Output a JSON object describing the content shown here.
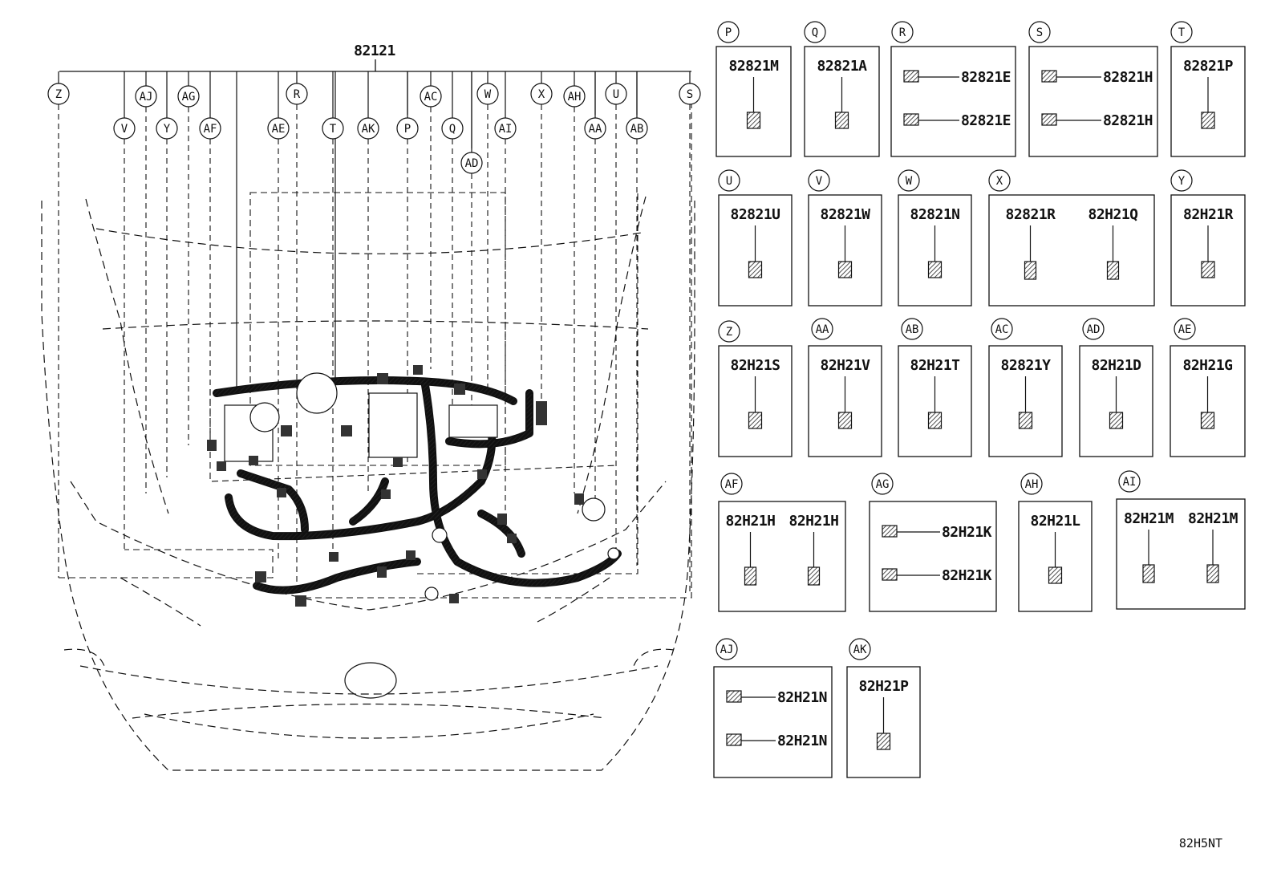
{
  "main_part_number": "82121",
  "diagram_code": "82H5NT",
  "callouts": [
    {
      "id": "Z",
      "label": "Z"
    },
    {
      "id": "V",
      "label": "V"
    },
    {
      "id": "AJ",
      "label": "AJ"
    },
    {
      "id": "Y",
      "label": "Y"
    },
    {
      "id": "AG",
      "label": "AG"
    },
    {
      "id": "AF",
      "label": "AF"
    },
    {
      "id": "AE",
      "label": "AE"
    },
    {
      "id": "R",
      "label": "R"
    },
    {
      "id": "T",
      "label": "T"
    },
    {
      "id": "AK",
      "label": "AK"
    },
    {
      "id": "P",
      "label": "P"
    },
    {
      "id": "AC",
      "label": "AC"
    },
    {
      "id": "Q",
      "label": "Q"
    },
    {
      "id": "AD",
      "label": "AD"
    },
    {
      "id": "W",
      "label": "W"
    },
    {
      "id": "AI",
      "label": "AI"
    },
    {
      "id": "X",
      "label": "X"
    },
    {
      "id": "AH",
      "label": "AH"
    },
    {
      "id": "AA",
      "label": "AA"
    },
    {
      "id": "U",
      "label": "U"
    },
    {
      "id": "AB",
      "label": "AB"
    },
    {
      "id": "S",
      "label": "S"
    }
  ],
  "detail_boxes": [
    {
      "id": "P",
      "label": "P",
      "parts": [
        "82821M"
      ]
    },
    {
      "id": "Q",
      "label": "Q",
      "parts": [
        "82821A"
      ]
    },
    {
      "id": "R",
      "label": "R",
      "parts": [
        "82821E",
        "82821E"
      ]
    },
    {
      "id": "S",
      "label": "S",
      "parts": [
        "82821H",
        "82821H"
      ]
    },
    {
      "id": "T",
      "label": "T",
      "parts": [
        "82821P"
      ]
    },
    {
      "id": "U",
      "label": "U",
      "parts": [
        "82821U"
      ]
    },
    {
      "id": "V",
      "label": "V",
      "parts": [
        "82821W"
      ]
    },
    {
      "id": "W",
      "label": "W",
      "parts": [
        "82821N"
      ]
    },
    {
      "id": "X",
      "label": "X",
      "parts": [
        "82821R",
        "82H21Q"
      ]
    },
    {
      "id": "Y",
      "label": "Y",
      "parts": [
        "82H21R"
      ]
    },
    {
      "id": "Z",
      "label": "Z",
      "parts": [
        "82H21S"
      ]
    },
    {
      "id": "AA",
      "label": "AA",
      "parts": [
        "82H21V"
      ]
    },
    {
      "id": "AB",
      "label": "AB",
      "parts": [
        "82H21T"
      ]
    },
    {
      "id": "AC",
      "label": "AC",
      "parts": [
        "82821Y"
      ]
    },
    {
      "id": "AD",
      "label": "AD",
      "parts": [
        "82H21D"
      ]
    },
    {
      "id": "AE",
      "label": "AE",
      "parts": [
        "82H21G"
      ]
    },
    {
      "id": "AF",
      "label": "AF",
      "parts": [
        "82H21H",
        "82H21H"
      ]
    },
    {
      "id": "AG",
      "label": "AG",
      "parts": [
        "82H21K",
        "82H21K"
      ]
    },
    {
      "id": "AH",
      "label": "AH",
      "parts": [
        "82H21L"
      ]
    },
    {
      "id": "AI",
      "label": "AI",
      "parts": [
        "82H21M",
        "82H21M"
      ]
    },
    {
      "id": "AJ",
      "label": "AJ",
      "parts": [
        "82H21N",
        "82H21N"
      ]
    },
    {
      "id": "AK",
      "label": "AK",
      "parts": [
        "82H21P"
      ]
    }
  ]
}
